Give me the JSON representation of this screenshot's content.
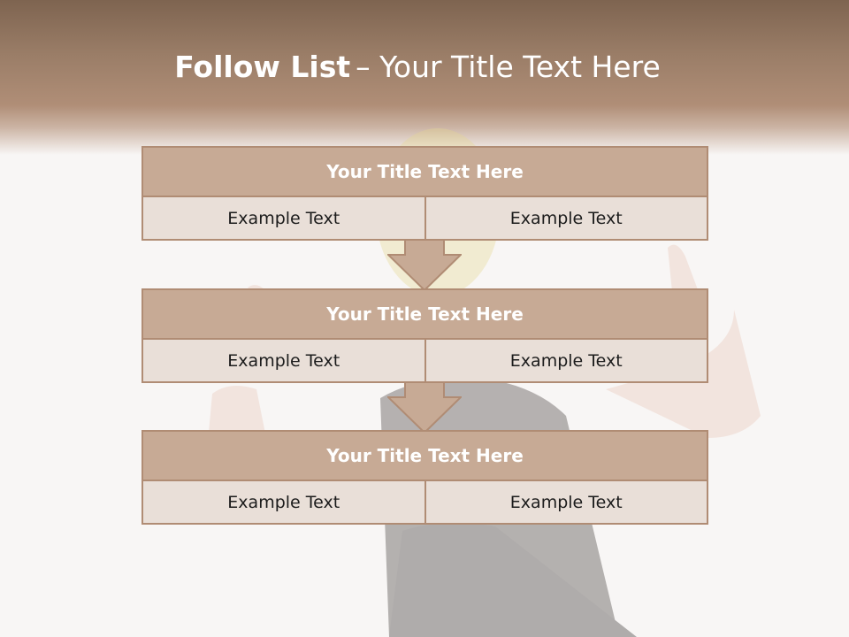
{
  "slide": {
    "title_bold": "Follow List",
    "title_rest": "– Your Title Text Here"
  },
  "steps": [
    {
      "title": "Your Title Text Here",
      "left": "Example Text",
      "right": "Example Text"
    },
    {
      "title": "Your Title Text Here",
      "left": "Example Text",
      "right": "Example Text"
    },
    {
      "title": "Your Title Text Here",
      "left": "Example Text",
      "right": "Example Text"
    }
  ],
  "colors": {
    "header_dark": "#7e6450",
    "block_title": "#c7aa95",
    "block_cell": "#e9dfd8",
    "border": "#b08c74"
  }
}
